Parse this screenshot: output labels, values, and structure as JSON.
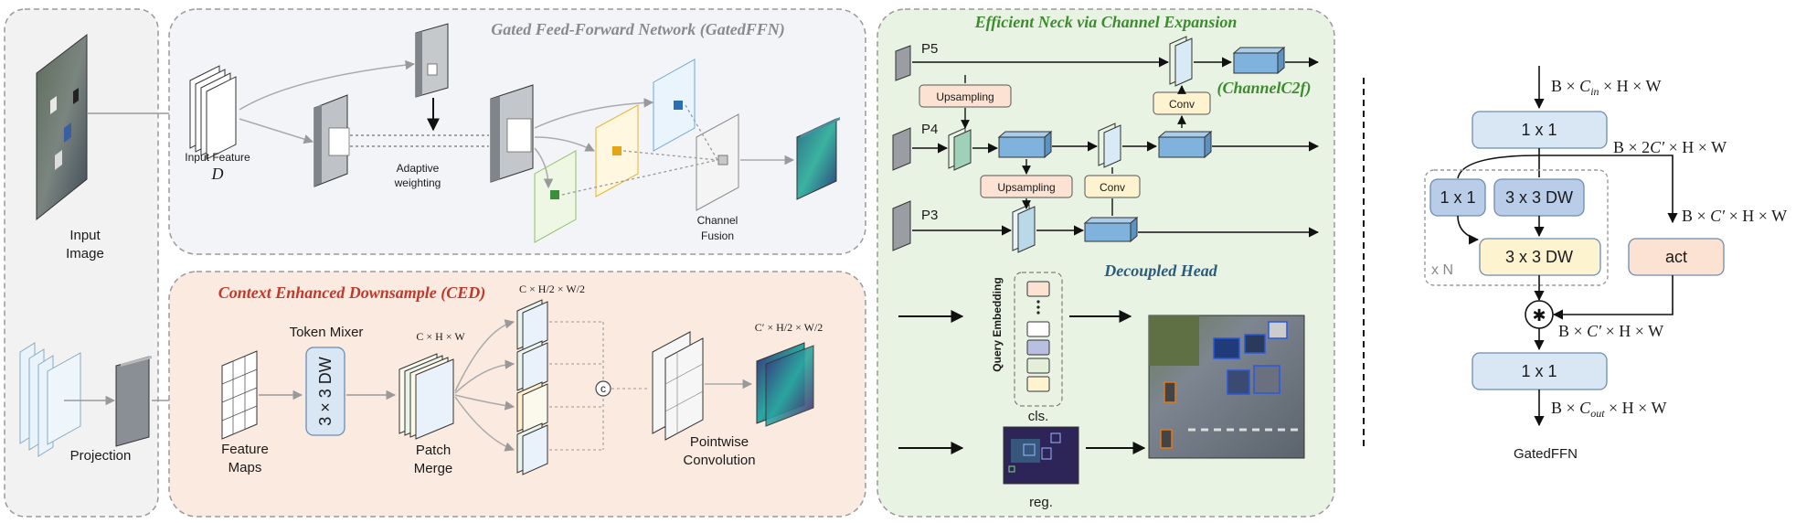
{
  "left_panel": {
    "input_image_label": [
      "Input",
      "Image"
    ],
    "projection_label": "Projection"
  },
  "gated_ffn_panel": {
    "title": "Gated Feed-Forward Network (GatedFFN)",
    "input_feature_label": "Input Feature",
    "input_feature_symbol": "D",
    "adaptive_weighting_label": [
      "Adaptive",
      "weighting"
    ],
    "channel_fusion_label": [
      "Channel",
      "Fusion"
    ]
  },
  "ced_panel": {
    "title": "Context Enhanced Downsample (CED)",
    "token_mixer_label": "Token Mixer",
    "dw_box_label": "3 × 3 DW",
    "feature_maps_label": [
      "Feature",
      "Maps"
    ],
    "patch_merge_label": [
      "Patch",
      "Merge"
    ],
    "pointwise_label": [
      "Pointwise",
      "Convolution"
    ],
    "dim_chw": "C × H × W",
    "dim_half": "C × H/2 × W/2",
    "dim_out": "C′ × H/2 × W/2",
    "concat_symbol": "c"
  },
  "neck_panel": {
    "title": "Efficient Neck via Channel Expansion",
    "p5": "P5",
    "p4": "P4",
    "p3": "P3",
    "upsampling_1": "Upsampling",
    "upsampling_2": "Upsampling",
    "conv_1": "Conv",
    "conv_2": "Conv",
    "channel_c2f": "(ChannelC2f)",
    "decoupled_head_title": "Decoupled Head",
    "query_embedding_label": "Query Embedding",
    "cls_label": "cls.",
    "reg_label": "reg."
  },
  "right_panel": {
    "box_1x1_top": "1 x 1",
    "box_1x1_left": "1 x 1",
    "box_dw_1": "3 x 3 DW",
    "box_dw_2": "3 x 3 DW",
    "box_act": "act",
    "box_1x1_bottom": "1 x 1",
    "repeat_label": "x N",
    "dim_in": "B × C_in × H × W",
    "dim_2c": "B × 2C′ × H × W",
    "dim_c_branch": "B × C′ × H × W",
    "dim_c_after": "B × C′ × H × W",
    "dim_out": "B × C_out × H × W",
    "multiply_symbol": "✱",
    "caption": "GatedFFN"
  },
  "colors": {
    "left_panel_bg": "#f2f2f2",
    "ffn_bg": "#f3f4f8",
    "ced_bg": "#fbeae0",
    "neck_bg": "#e9f3e4",
    "blue_box": "#d9e7f5",
    "blue_box_dark": "#b9cde8",
    "yellow_box": "#fdf3cf",
    "peach_box": "#fbe2d2",
    "cube_blue": "#7fb3dd"
  }
}
